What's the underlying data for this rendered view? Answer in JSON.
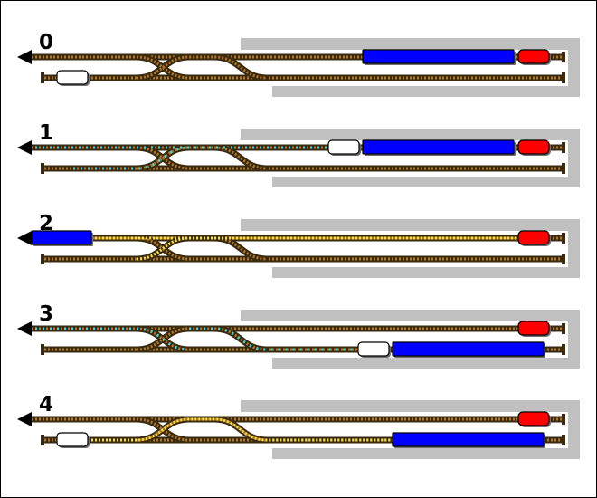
{
  "colors": {
    "background": "#ffffff",
    "platform": "#c0c0c0",
    "rail": "#3a2a10",
    "sleeper_idle": "#b07828",
    "sleeper_cyan": "#40d8e0",
    "sleeper_yellow": "#f4e040",
    "locomotive": "#0000ff",
    "car_red": "#ff0000",
    "car_white": "#ffffff",
    "outline": "#000000"
  },
  "steps": [
    {
      "label": "0",
      "highlight": "none",
      "vehicles": [
        {
          "kind": "blue-locomotive",
          "track": "upper",
          "position": "platform"
        },
        {
          "kind": "red-car",
          "track": "upper",
          "position": "buffer"
        },
        {
          "kind": "white-car",
          "track": "lower",
          "position": "left-end"
        }
      ]
    },
    {
      "label": "1",
      "highlight": "cyan",
      "vehicles": [
        {
          "kind": "white-car",
          "track": "upper",
          "position": "platform-left"
        },
        {
          "kind": "blue-locomotive",
          "track": "upper",
          "position": "platform"
        },
        {
          "kind": "red-car",
          "track": "upper",
          "position": "buffer"
        }
      ]
    },
    {
      "label": "2",
      "highlight": "yellow",
      "vehicles": [
        {
          "kind": "blue-locomotive",
          "track": "upper",
          "position": "exit"
        },
        {
          "kind": "red-car",
          "track": "upper",
          "position": "buffer"
        }
      ]
    },
    {
      "label": "3",
      "highlight": "cyan",
      "vehicles": [
        {
          "kind": "red-car",
          "track": "upper",
          "position": "buffer"
        },
        {
          "kind": "white-car",
          "track": "lower",
          "position": "platform-left"
        },
        {
          "kind": "blue-locomotive",
          "track": "lower",
          "position": "platform"
        }
      ]
    },
    {
      "label": "4",
      "highlight": "yellow",
      "vehicles": [
        {
          "kind": "red-car",
          "track": "upper",
          "position": "buffer"
        },
        {
          "kind": "white-car",
          "track": "lower",
          "position": "left-end"
        },
        {
          "kind": "blue-locomotive",
          "track": "lower",
          "position": "platform"
        }
      ]
    }
  ]
}
